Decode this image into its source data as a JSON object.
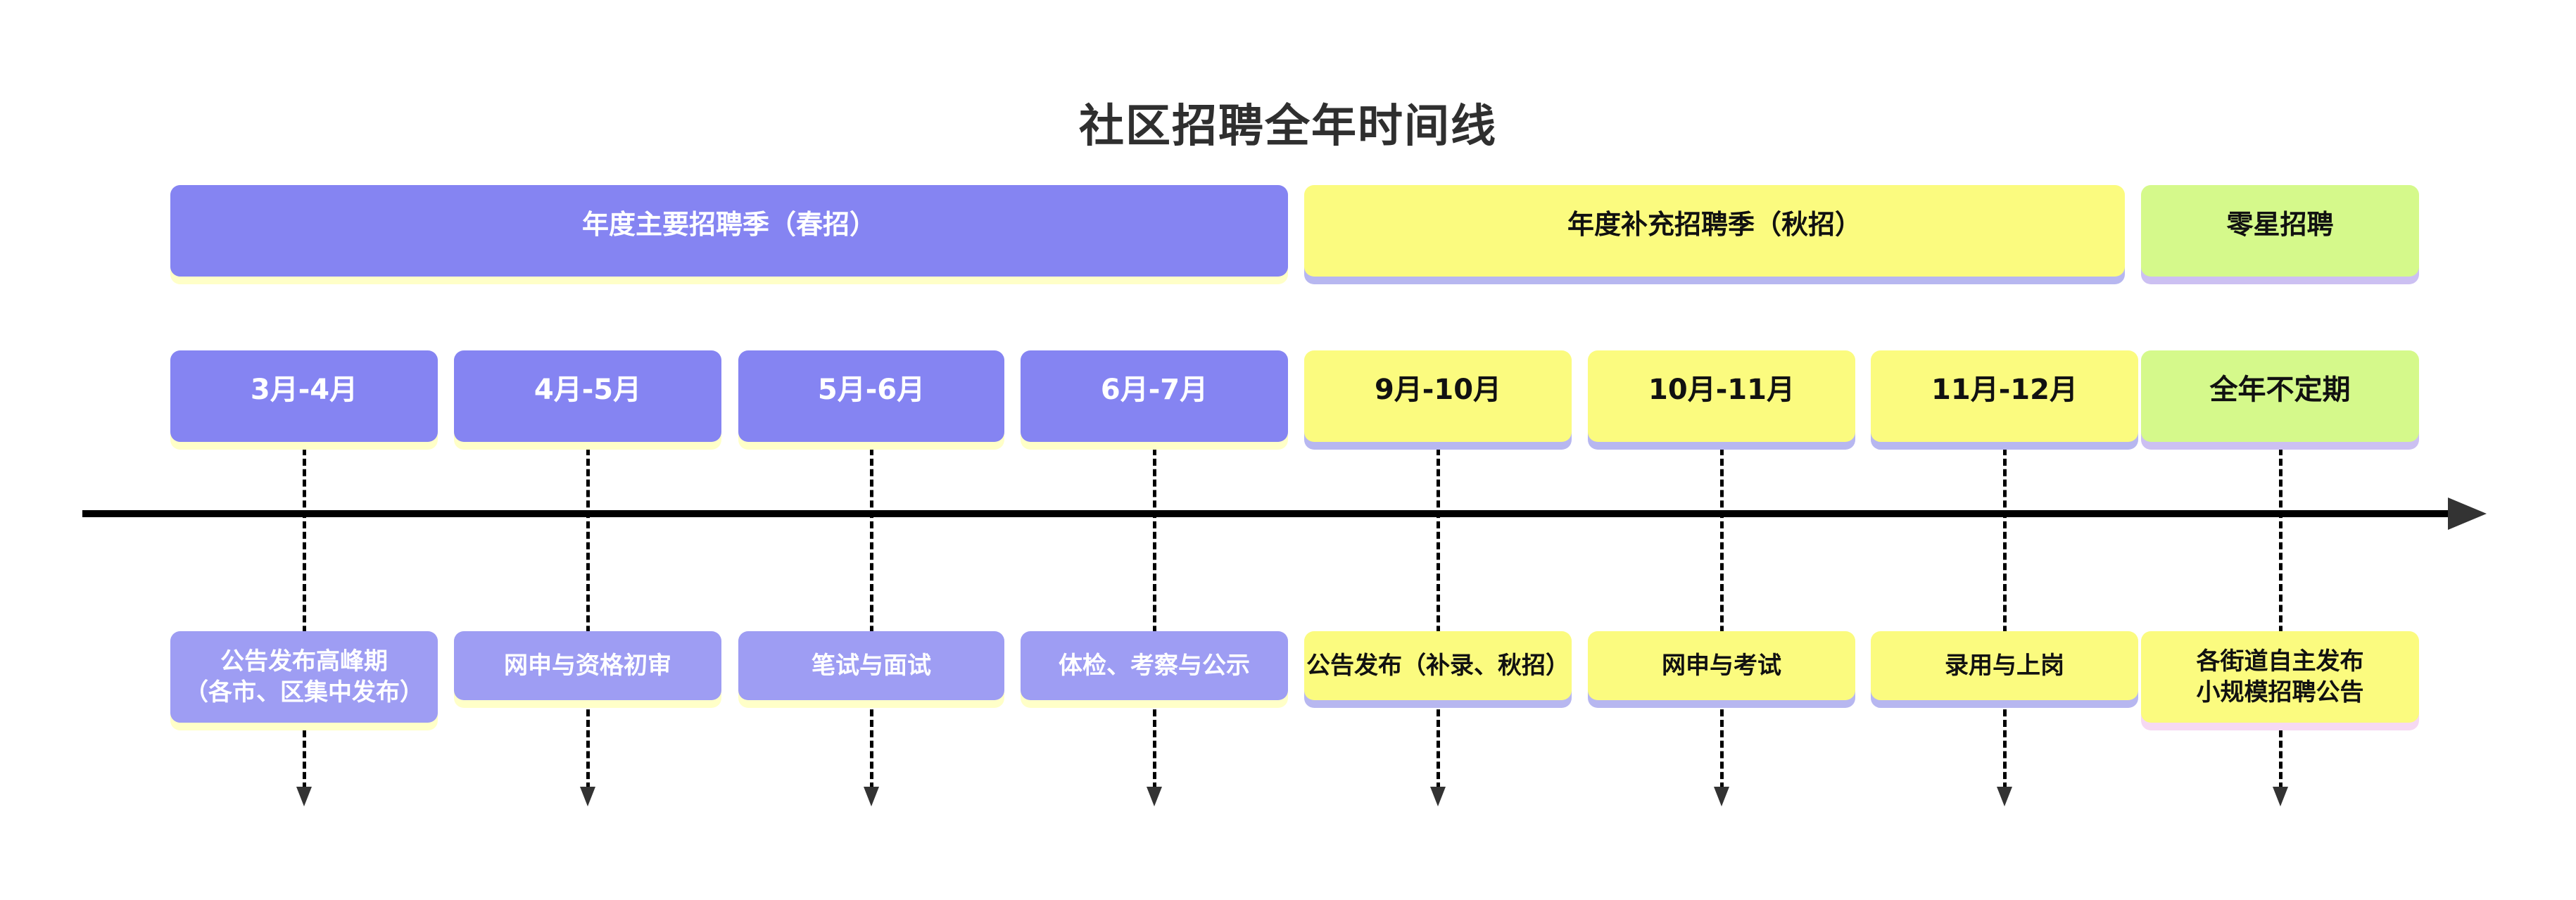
{
  "title": "社区招聘全年时间线",
  "palette": {
    "spring_primary": "#8584F2",
    "spring_light": "#9E9DF3",
    "fall_yellow": "#FBFB7F",
    "sporadic_green": "#D5F98B",
    "shadow_yellow": "#FFFFC8",
    "shadow_periwinkle": "#B7B7F0",
    "shadow_lavender": "#CCC0F2",
    "shadow_pink": "#F6D9F2",
    "axis_black": "#000000",
    "arrowhead_gray": "#333333",
    "title_color": "#2F2F2F",
    "text_on_purple": "#FFFFFF",
    "text_dark": "#111111"
  },
  "phases": [
    {
      "label": "年度主要招聘季（春招）",
      "group": "spring"
    },
    {
      "label": "年度补充招聘季（秋招）",
      "group": "fall"
    },
    {
      "label": "零星招聘",
      "group": "sporadic"
    }
  ],
  "periods": [
    {
      "months": "3月-4月",
      "group": "spring",
      "activity_lines": [
        "公告发布高峰期",
        "（各市、区集中发布）"
      ]
    },
    {
      "months": "4月-5月",
      "group": "spring",
      "activity_lines": [
        "网申与资格初审"
      ]
    },
    {
      "months": "5月-6月",
      "group": "spring",
      "activity_lines": [
        "笔试与面试"
      ]
    },
    {
      "months": "6月-7月",
      "group": "spring",
      "activity_lines": [
        "体检、考察与公示"
      ]
    },
    {
      "months": "9月-10月",
      "group": "fall",
      "activity_lines": [
        "公告发布（补录、秋招）"
      ]
    },
    {
      "months": "10月-11月",
      "group": "fall",
      "activity_lines": [
        "网申与考试"
      ]
    },
    {
      "months": "11月-12月",
      "group": "fall",
      "activity_lines": [
        "录用与上岗"
      ]
    },
    {
      "months": "全年不定期",
      "group": "sporadic",
      "activity_lines": [
        "各街道自主发布",
        "小规模招聘公告"
      ]
    }
  ]
}
